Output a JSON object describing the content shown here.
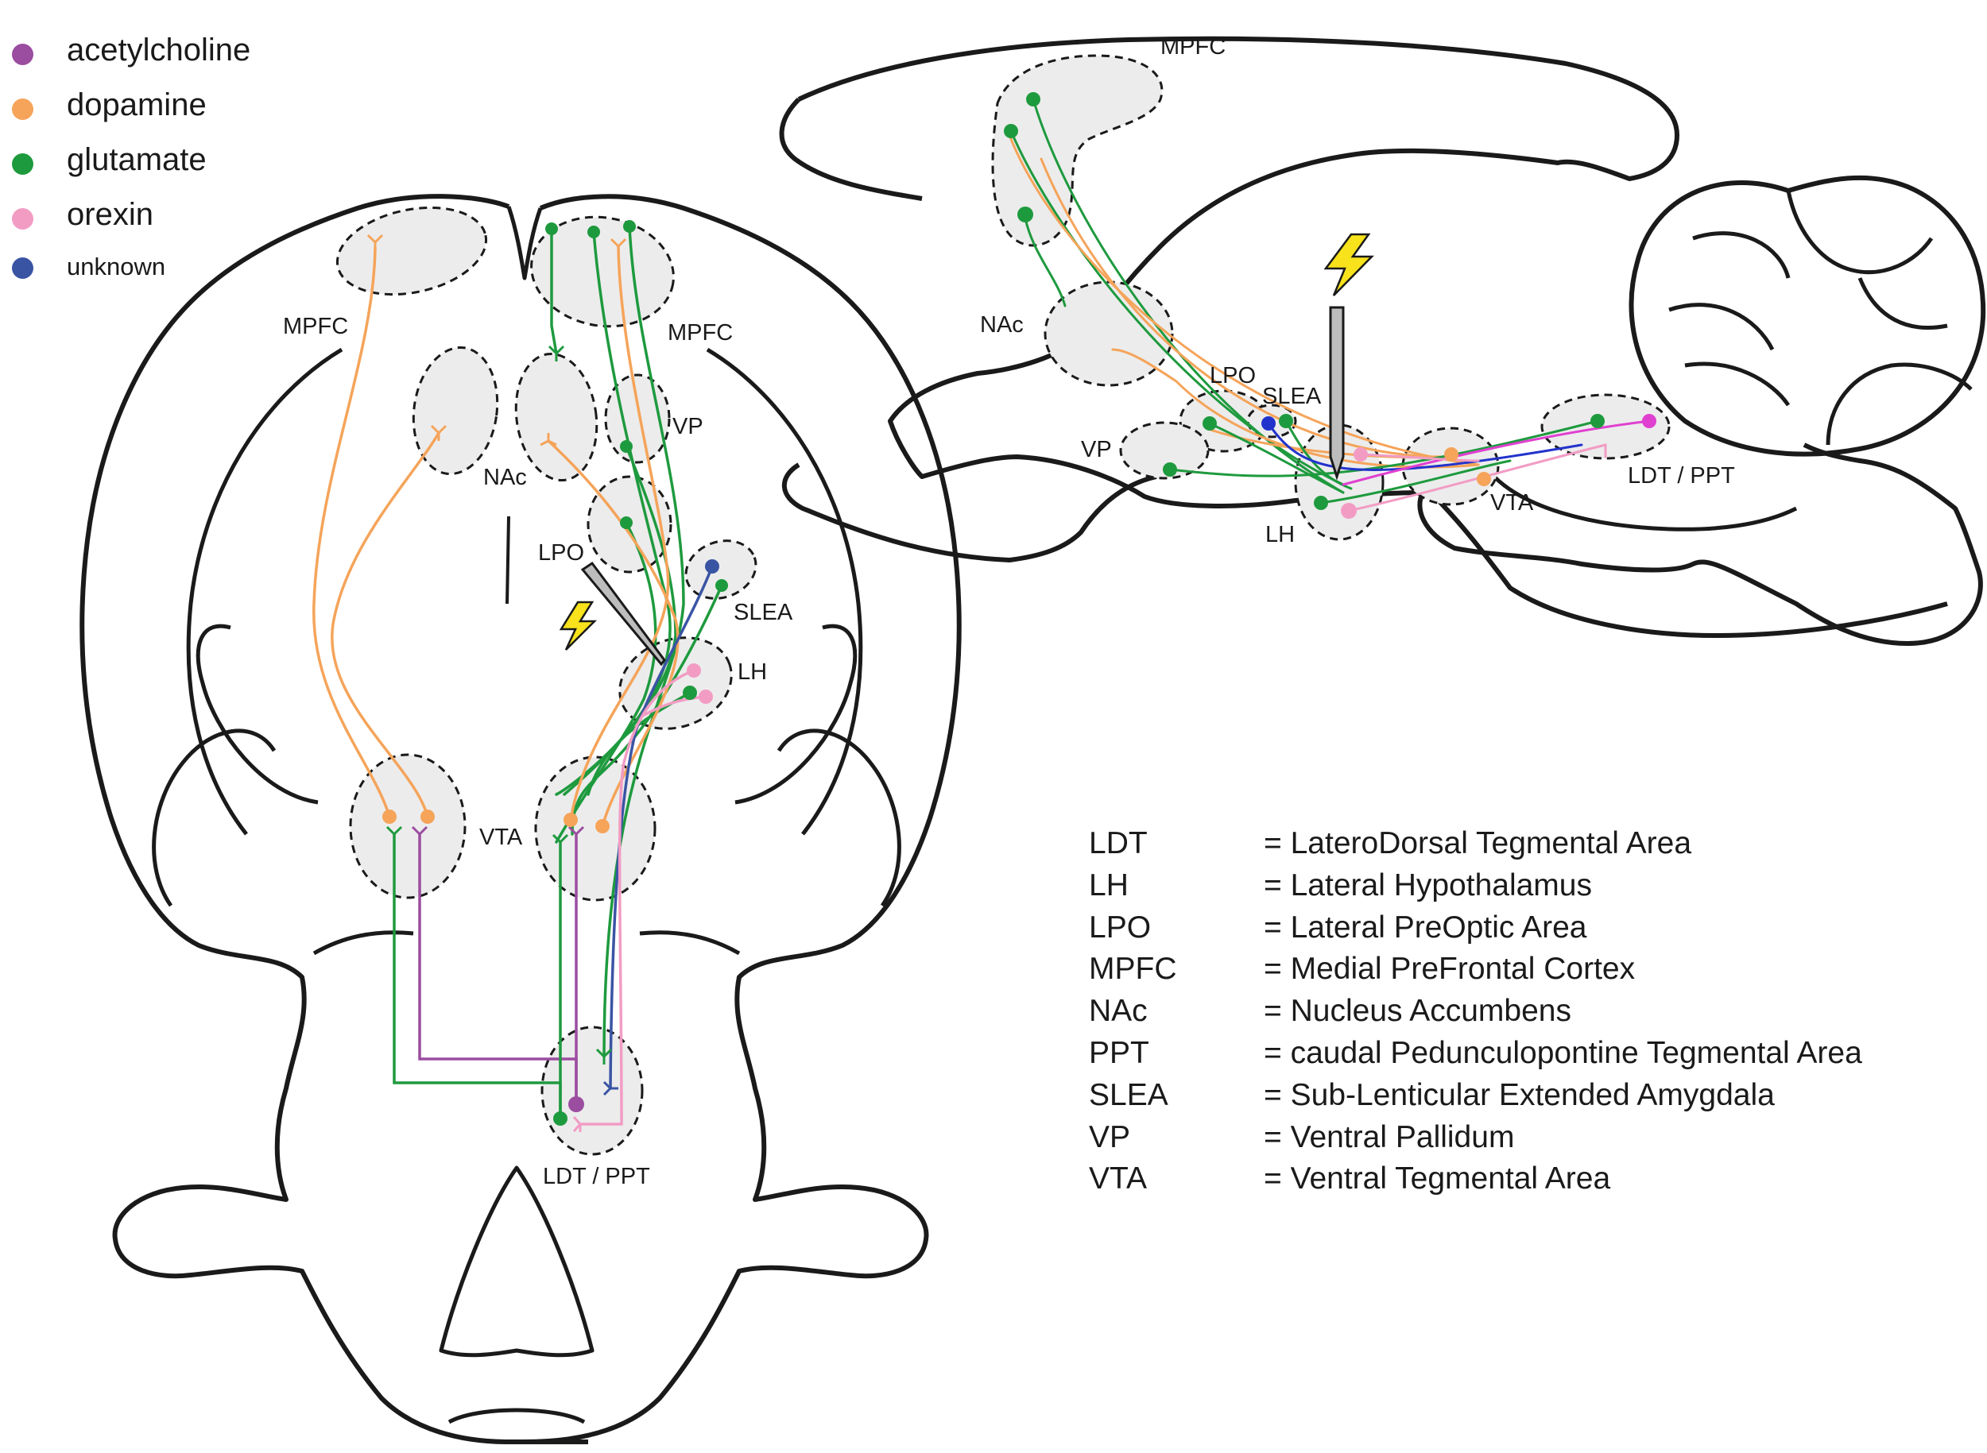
{
  "legend": [
    {
      "label": "acetylcholine",
      "color": "#9b4da0"
    },
    {
      "label": "dopamine",
      "color": "#f5a45a"
    },
    {
      "label": "glutamate",
      "color": "#1e9a3e"
    },
    {
      "label": "orexin",
      "color": "#f29cc4"
    },
    {
      "label": "unknown",
      "color": "#3a54a4"
    }
  ],
  "region_labels": {
    "mpfc": "MPFC",
    "nac": "NAc",
    "vp": "VP",
    "lpo": "LPO",
    "slea": "SLEA",
    "lh": "LH",
    "vta": "VTA",
    "ldt_ppt": "LDT / PPT"
  },
  "abbreviations": [
    {
      "abbr": "LDT",
      "definition": "= LateroDorsal Tegmental Area"
    },
    {
      "abbr": "LH",
      "definition": "= Lateral Hypothalamus"
    },
    {
      "abbr": "LPO",
      "definition": "= Lateral PreOptic Area"
    },
    {
      "abbr": "MPFC",
      "definition": "= Medial PreFrontal Cortex"
    },
    {
      "abbr": "NAc",
      "definition": "= Nucleus Accumbens"
    },
    {
      "abbr": "PPT",
      "definition": "= caudal Pedunculopontine Tegmental Area"
    },
    {
      "abbr": "SLEA",
      "definition": "= Sub-Lenticular Extended Amygdala"
    },
    {
      "abbr": "VP",
      "definition": "= Ventral Pallidum"
    },
    {
      "abbr": "VTA",
      "definition": "= Ventral Tegmental Area"
    }
  ],
  "colors": {
    "acetylcholine": "#9b4da0",
    "dopamine": "#f5a45a",
    "glutamate": "#1e9a3e",
    "orexin": "#f29cc4",
    "unknown": "#3a54a4",
    "region_fill": "#ececec",
    "outline": "#1a1a1a",
    "bolt": "#f7e21b",
    "electrode": "#bdbdbd"
  }
}
